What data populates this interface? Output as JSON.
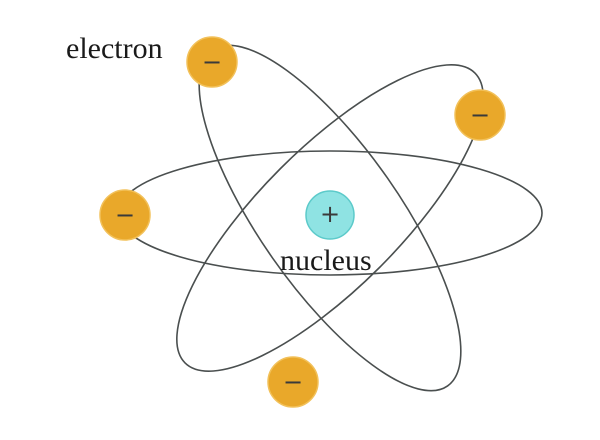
{
  "labels": {
    "electron": "electron",
    "nucleus": "nucleus"
  },
  "symbols": {
    "electron_charge": "−",
    "nucleus_charge": "+"
  },
  "colors": {
    "electron": "#e9a82a",
    "nucleus": "#8fe3e3",
    "orbit": "#4a4f4f"
  },
  "electron_count": 4,
  "orbit_count": 3
}
